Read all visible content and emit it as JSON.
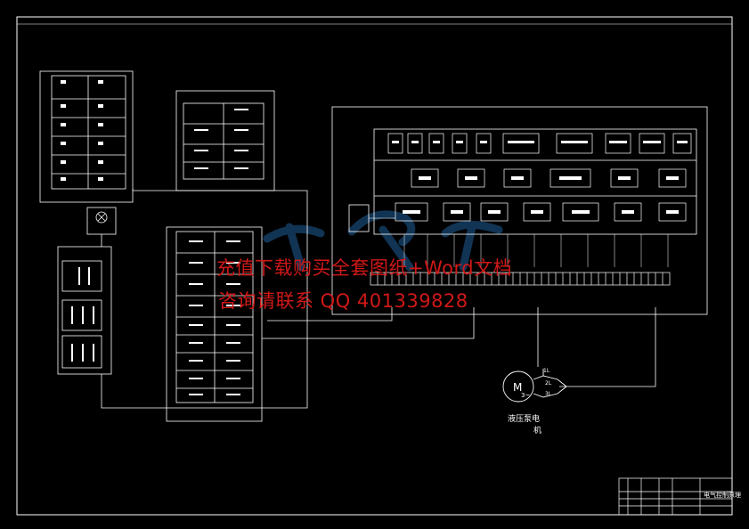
{
  "watermark": {
    "line1": "充值下载购买全套图纸+Word文档",
    "line2": "咨询请联系 QQ 401339828"
  },
  "motor": {
    "symbol": "M",
    "phase": "3~",
    "caption_line1": "液压泵电",
    "caption_line2": "机",
    "terminals": [
      "1L",
      "2L",
      "3L"
    ]
  },
  "title_block": {
    "drawing_name": "电气控制原理"
  },
  "colors": {
    "background": "#000000",
    "line": "#ffffff",
    "watermark": "#d01818",
    "logo": "#1f5f9a"
  }
}
